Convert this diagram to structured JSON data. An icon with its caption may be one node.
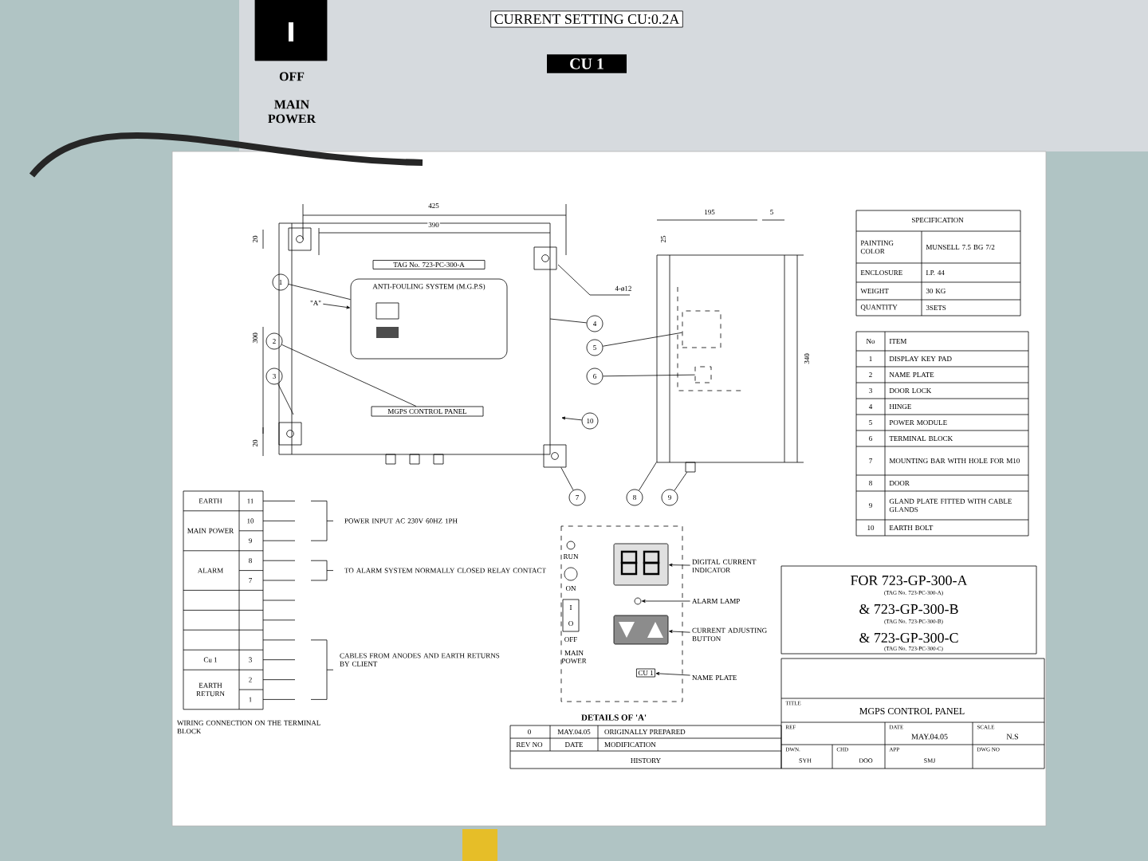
{
  "diagram": {
    "nodes": [
      {
        "text": [
          "TAG No. 723-PC-300-A"
        ]
      },
      {
        "text": [
          "ANTI-FOULING SYSTEM (M.G.P.S)"
        ]
      },
      {
        "text": [
          "MGPS CONTROL PANEL"
        ]
      },
      {
        "text": [
          "1"
        ]
      },
      {
        "text": [
          "2"
        ]
      },
      {
        "text": [
          "3"
        ]
      },
      {
        "text": [
          "4"
        ]
      },
      {
        "text": [
          "5"
        ]
      },
      {
        "text": [
          "6"
        ]
      },
      {
        "text": [
          "7"
        ]
      },
      {
        "text": [
          "8"
        ]
      },
      {
        "text": [
          "9"
        ]
      },
      {
        "text": [
          "10"
        ]
      },
      {
        "text": [
          "\"A\""
        ]
      },
      {
        "text": [],
        "shape": "box"
      },
      {
        "text": [],
        "shape": "circle"
      },
      {
        "text": [],
        "shape": "box"
      },
      {
        "text": [
          "CU 1"
        ]
      },
      {
        "text": [
          "DIGITAL CURRENT INDICATOR"
        ]
      },
      {
        "text": [
          "ALARM LAMP"
        ]
      },
      {
        "text": [
          "CURRENT ADJUSTING BUTTON"
        ]
      },
      {
        "text": [
          "NAME PLATE"
        ]
      },
      {
        "text": [],
        "shape": "box"
      },
      {
        "text": [],
        "shape": "box"
      },
      {
        "text": [],
        "shape": "box"
      },
      {
        "text": [],
        "shape": "box",
        "in": 24
      },
      {
        "text": [],
        "shape": "box",
        "in": 24
      }
    ],
    "edges": [
      {
        "from": 3,
        "to": 1,
        "arrow": "none"
      },
      {
        "from": 4,
        "to": 2,
        "arrow": "none"
      },
      {
        "from": 5,
        "to": null,
        "arrow": "none"
      },
      {
        "from": 6,
        "to": null,
        "arrow": "none"
      },
      {
        "from": 7,
        "to": 25,
        "arrow": "none"
      },
      {
        "from": 8,
        "to": 26,
        "arrow": "none"
      },
      {
        "from": 9,
        "to": 22,
        "arrow": "none"
      },
      {
        "from": 10,
        "to": 24,
        "arrow": "none"
      },
      {
        "from": 11,
        "to": 23,
        "arrow": "none"
      },
      {
        "from": 12,
        "to": null,
        "arrow": "to"
      },
      {
        "from": 13,
        "to": 1,
        "arrow": "to"
      },
      {
        "from": 18,
        "to": 14,
        "arrow": "to"
      },
      {
        "from": 19,
        "to": 15,
        "arrow": "to"
      },
      {
        "from": 20,
        "to": 16,
        "arrow": "to"
      },
      {
        "from": 21,
        "to": 17,
        "arrow": "to"
      }
    ],
    "labels": [
      "OFF",
      "MAIN POWER",
      "CURRENT SETTING CU:0.2A",
      "CU 1",
      "425",
      "390",
      "20",
      "300",
      "20",
      "4-ø12",
      "195",
      "5",
      "25",
      "340",
      "SPECIFICATION",
      "PAINTING COLOR",
      "MUNSELL 7.5 BG 7/2",
      "ENCLOSURE",
      "I.P. 44",
      "WEIGHT",
      "30 KG",
      "QUANTITY",
      "3SETS",
      "No",
      "ITEM",
      "1",
      "DISPLAY KEY PAD",
      "2",
      "NAME PLATE",
      "3",
      "DOOR LOCK",
      "4",
      "HINGE",
      "5",
      "POWER MODULE",
      "6",
      "TERMINAL BLOCK",
      "7",
      "MOUNTING BAR WITH HOLE FOR M10",
      "8",
      "DOOR",
      "9",
      "GLAND PLATE FITTED WITH CABLE GLANDS",
      "10",
      "EARTH BOLT",
      "EARTH",
      "11",
      "MAIN POWER",
      "10",
      "9",
      "ALARM",
      "8",
      "7",
      "Cu 1",
      "3",
      "EARTH RETURN",
      "2",
      "1",
      "POWER INPUT AC 230V 60HZ 1PH",
      "TO ALARM SYSTEM NORMALLY CLOSED RELAY CONTACT",
      "CABLES FROM ANODES AND EARTH RETURNS BY CLIENT",
      "WIRING CONNECTION ON THE TERMINAL BLOCK",
      "RUN",
      "ON",
      "I",
      "O",
      "OFF",
      "MAIN POWER",
      "DETAILS OF 'A'",
      "FOR 723-GP-300-A",
      "(TAG No. 723-PC-300-A)",
      "& 723-GP-300-B",
      "(TAG No. 723-PC-300-B)",
      "& 723-GP-300-C",
      "(TAG No. 723-PC-300-C)",
      "TITLE",
      "MGPS CONTROL PANEL",
      "REF",
      "DATE",
      "MAY.04.05",
      "SCALE",
      "N.S",
      "DWN.",
      "SYH",
      "CHD",
      "DOO",
      "APP",
      "SMJ",
      "DWG NO",
      "0",
      "MAY.04.05",
      "ORIGINALLY PREPARED",
      "REV NO",
      "DATE",
      "MODIFICATION",
      "HISTORY"
    ]
  }
}
